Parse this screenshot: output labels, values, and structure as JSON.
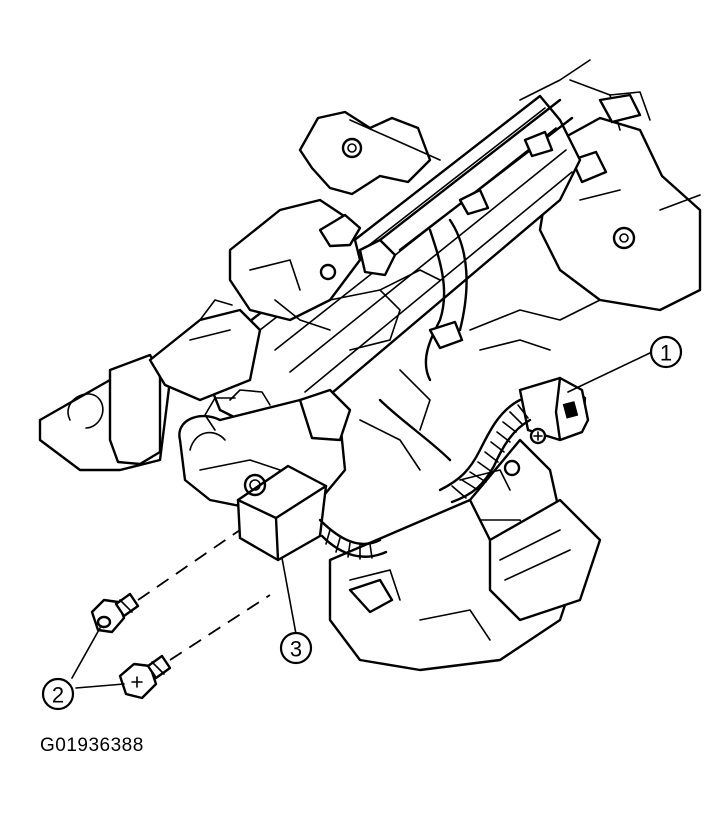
{
  "figure_id": "G01936388",
  "callouts": [
    {
      "label": "1"
    },
    {
      "label": "2"
    },
    {
      "label": "3"
    }
  ]
}
